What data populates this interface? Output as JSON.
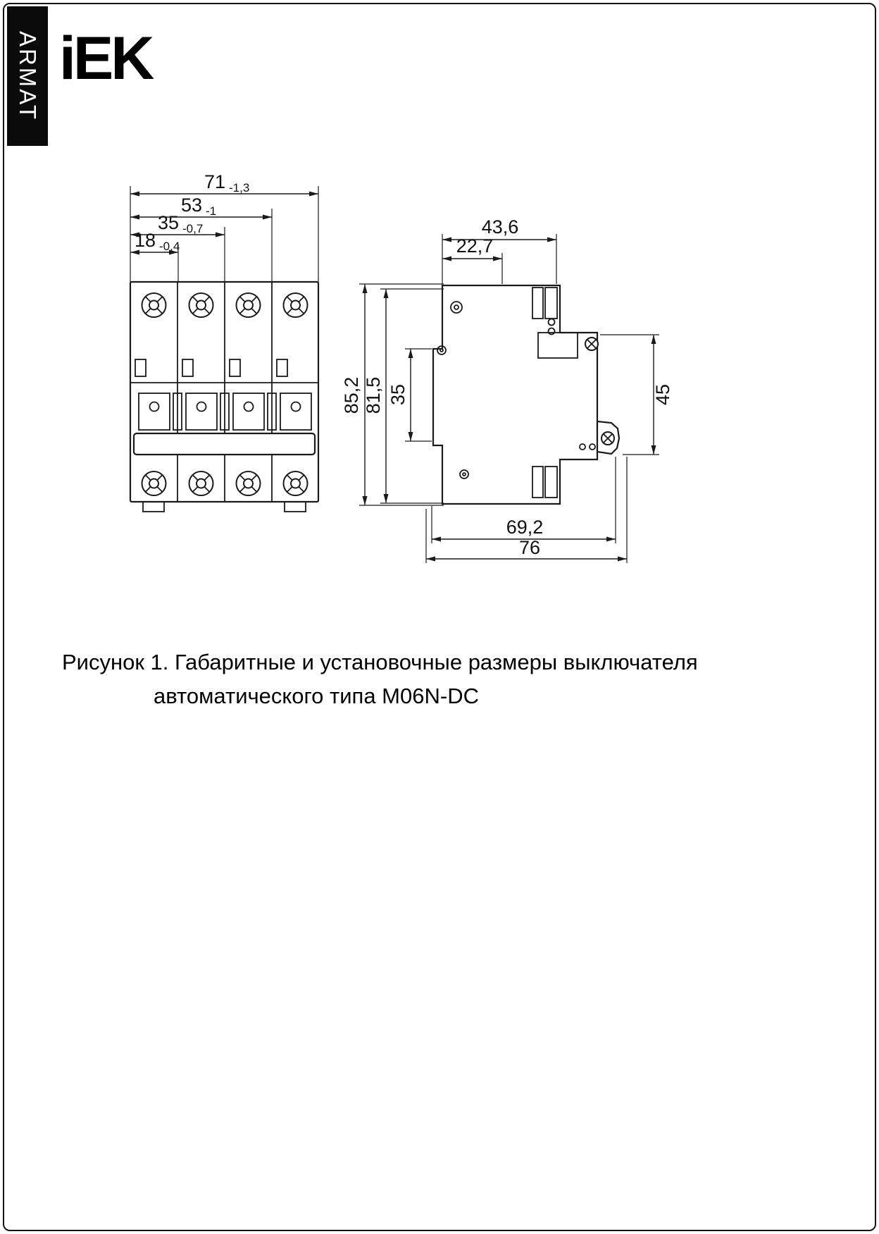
{
  "header": {
    "brand_vertical": "ARMAT",
    "logo_text": "iEK"
  },
  "figure": {
    "front_view": {
      "dims": [
        {
          "value": "71",
          "tolerance": "-1,3"
        },
        {
          "value": "53",
          "tolerance": "-1"
        },
        {
          "value": "35",
          "tolerance": "-0,7"
        },
        {
          "value": "18",
          "tolerance": "-0,4"
        }
      ]
    },
    "side_view": {
      "dims_top": [
        "43,6",
        "22,7"
      ],
      "dims_left": [
        "85,2",
        "81,5",
        "35"
      ],
      "dims_right": [
        "45"
      ],
      "dims_bottom": [
        "69,2",
        "76"
      ]
    }
  },
  "caption": {
    "line1": "Рисунок 1. Габаритные и установочные размеры выключателя",
    "line2": "автоматического типа M06N-DC"
  },
  "colors": {
    "line": "#1a1a1a",
    "background": "#ffffff"
  }
}
